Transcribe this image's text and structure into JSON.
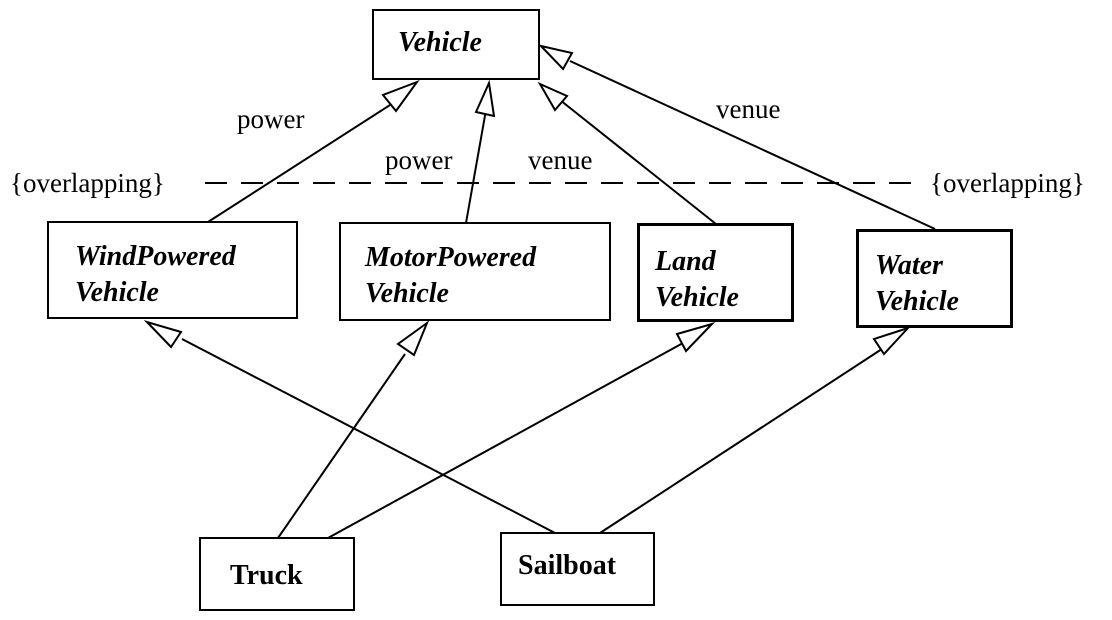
{
  "classes": {
    "vehicle": {
      "name": "Vehicle"
    },
    "wind": {
      "line1": "WindPowered",
      "line2": "Vehicle"
    },
    "motor": {
      "line1": "MotorPowered",
      "line2": "Vehicle"
    },
    "land": {
      "line1": "Land",
      "line2": "Vehicle"
    },
    "water": {
      "line1": "Water",
      "line2": "Vehicle"
    },
    "truck": {
      "name": "Truck"
    },
    "sailboat": {
      "name": "Sailboat"
    }
  },
  "labels": {
    "power_wind": "power",
    "power_motor": "power",
    "venue_land": "venue",
    "venue_water": "venue",
    "overlapping_left": "{overlapping}",
    "overlapping_right": "{overlapping}"
  }
}
